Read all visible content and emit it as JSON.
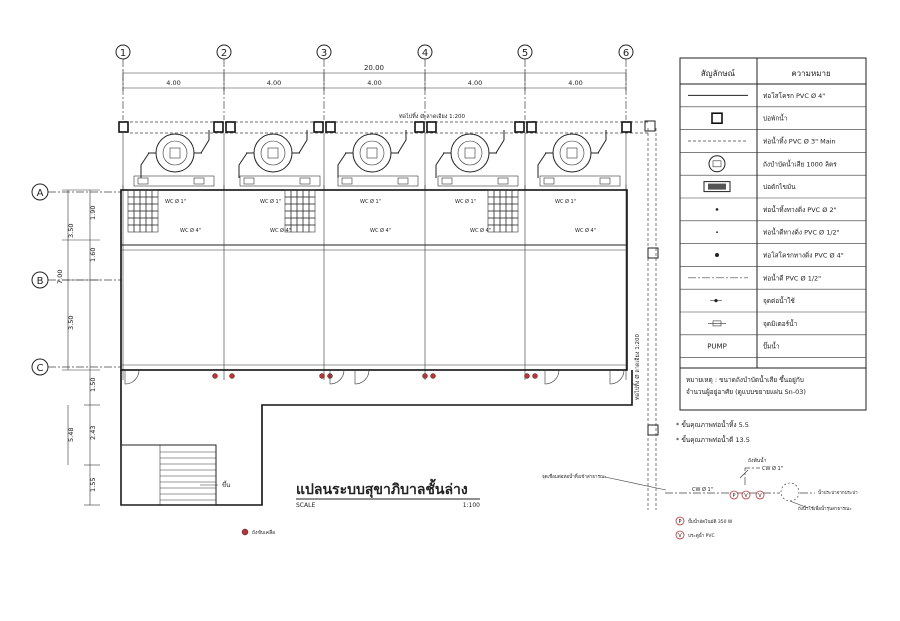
{
  "grid": {
    "columns": [
      "1",
      "2",
      "3",
      "4",
      "5",
      "6"
    ],
    "rows": [
      "A",
      "B",
      "C"
    ],
    "total_width": "20.00",
    "bay_widths": [
      "4.00",
      "4.00",
      "4.00",
      "4.00",
      "4.00"
    ],
    "left_dims_outer": [
      "3.50",
      "7.00",
      "3.50"
    ],
    "left_dims_inner": [
      "1.90",
      "1.60"
    ],
    "lower_dims": [
      "1.50",
      "2.43",
      "5.48",
      "1.55"
    ]
  },
  "pipe_labels": {
    "top_run": "ท่อไปทิ้ง Ø ลาดเอียง 1:200",
    "right_run": "ท่อไปทิ้ง Ø ลาดเอียง 1:200",
    "wc_small": "WC Ø 1\"",
    "wc_big": "WC Ø 4\"",
    "stair_label": "ขึ้น"
  },
  "floor_marker": "ถังขับเคลือ",
  "title": {
    "main": "แปลนระบบสุขาภิบาลชั้นล่าง",
    "scale_label": "SCALE",
    "scale_value": "1:100"
  },
  "legend": {
    "header_symbol": "สัญลักษณ์",
    "header_meaning": "ความหมาย",
    "rows": [
      {
        "symbol": "line-solid",
        "meaning": "ท่อโสโครก PVC Ø 4\""
      },
      {
        "symbol": "square",
        "meaning": "บ่อพักน้ำ"
      },
      {
        "symbol": "line-dashed",
        "meaning": "ท่อน้ำทิ้ง PVC Ø 3\" Main"
      },
      {
        "symbol": "tank",
        "meaning": "ถังบำบัดน้ำเสีย 1000 ลิตร"
      },
      {
        "symbol": "grease-trap",
        "meaning": "บ่อดักไขมัน"
      },
      {
        "symbol": "dot-small",
        "meaning": "ท่อน้ำทิ้งทางดิ่ง PVC Ø 2\""
      },
      {
        "symbol": "dot-tiny",
        "meaning": "ท่อน้ำดีทางดิ่ง PVC Ø 1/2\""
      },
      {
        "symbol": "dot-large",
        "meaning": "ท่อโสโครกทางดิ่ง PVC Ø 4\""
      },
      {
        "symbol": "line-dashdot",
        "meaning": "ท่อน้ำดี PVC Ø 1/2\""
      },
      {
        "symbol": "tap",
        "meaning": "จุดต่อน้ำใช้"
      },
      {
        "symbol": "meter",
        "meaning": "จุดมิเตอร์น้ำ"
      },
      {
        "symbol": "pump-text",
        "symbol_text": "PUMP",
        "meaning": "ปั๊มน้ำ"
      }
    ],
    "note_line1": "หมายเหตุ : ขนาดถังบำบัดน้ำเสีย ขึ้นอยู่กับ",
    "note_line2": "จำนวนผู้อยู่อาศัย (ดูแบบขยายแผ่น Sn-03)"
  },
  "notes": {
    "line1": "* ขั้นคุณภาพท่อน้ำทิ้ง 5.5",
    "line2": "* ขั้นคุณภาพท่อน้ำดี 13.5"
  },
  "detail": {
    "label_top": "ถังพ้นน้ำ",
    "label_cw_top": "CW Ø 1\"",
    "label_cw_left": "CW Ø 1\"",
    "label_left": "จุดเชื่อมต่อท่อน้ำทิ้งเข้าสาธารณะ",
    "label_right": "น้ำประปาจากประปา",
    "label_right2": "ถังน้ำใช้เพื่อน้ำรุ่นสาธารณะ",
    "legend_p": "ปั๊มน้ำอัตโนมัติ 350 W",
    "legend_v": "ประตูน้ำ PVC",
    "p_letter": "P",
    "v_letter": "V"
  }
}
